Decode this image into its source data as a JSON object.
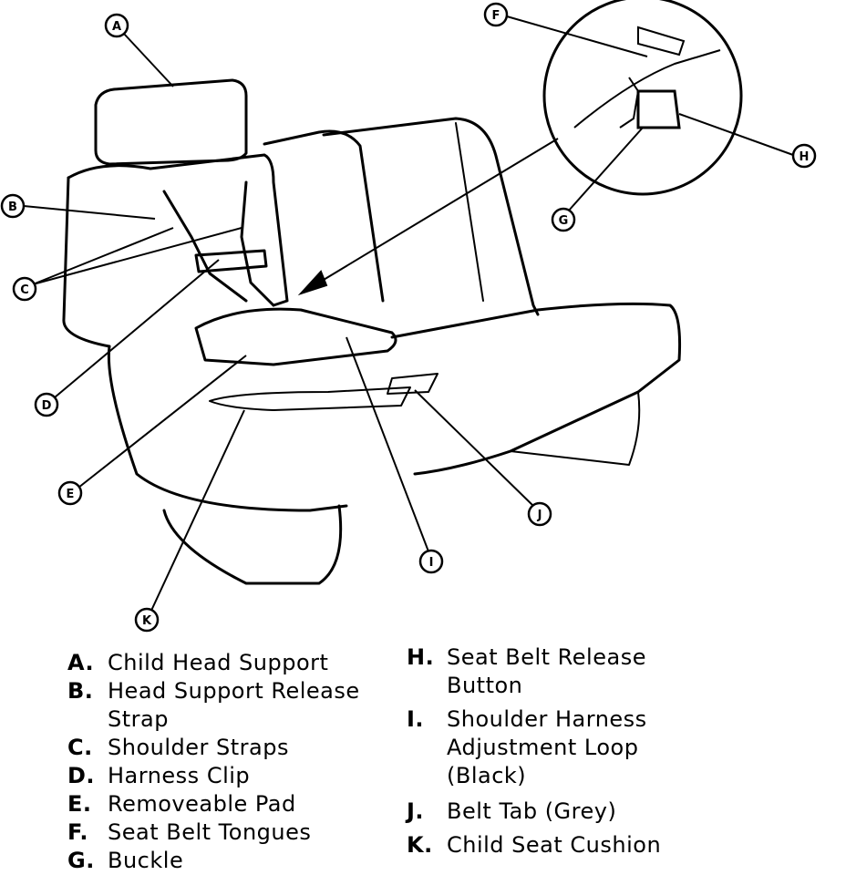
{
  "callouts": {
    "A": "A",
    "B": "B",
    "C": "C",
    "D": "D",
    "E": "E",
    "F": "F",
    "G": "G",
    "H": "H",
    "I": "I",
    "J": "J",
    "K": "K"
  },
  "legend": {
    "left": [
      {
        "letter": "A.",
        "text": "Child Head Support"
      },
      {
        "letter": "B.",
        "text": "Head Support Release Strap"
      },
      {
        "letter": "C.",
        "text": "Shoulder Straps"
      },
      {
        "letter": "D.",
        "text": "Harness Clip"
      },
      {
        "letter": "E.",
        "text": "Removeable Pad"
      },
      {
        "letter": "F.",
        "text": "Seat Belt Tongues"
      },
      {
        "letter": "G.",
        "text": "Buckle"
      }
    ],
    "right": [
      {
        "letter": "H.",
        "text": "Seat Belt Release Button"
      },
      {
        "letter": "I.",
        "text": "Shoulder Harness Adjustment Loop (Black)"
      },
      {
        "letter": "J.",
        "text": "Belt Tab (Grey)"
      },
      {
        "letter": "K.",
        "text": "Child Seat Cushion"
      }
    ]
  }
}
